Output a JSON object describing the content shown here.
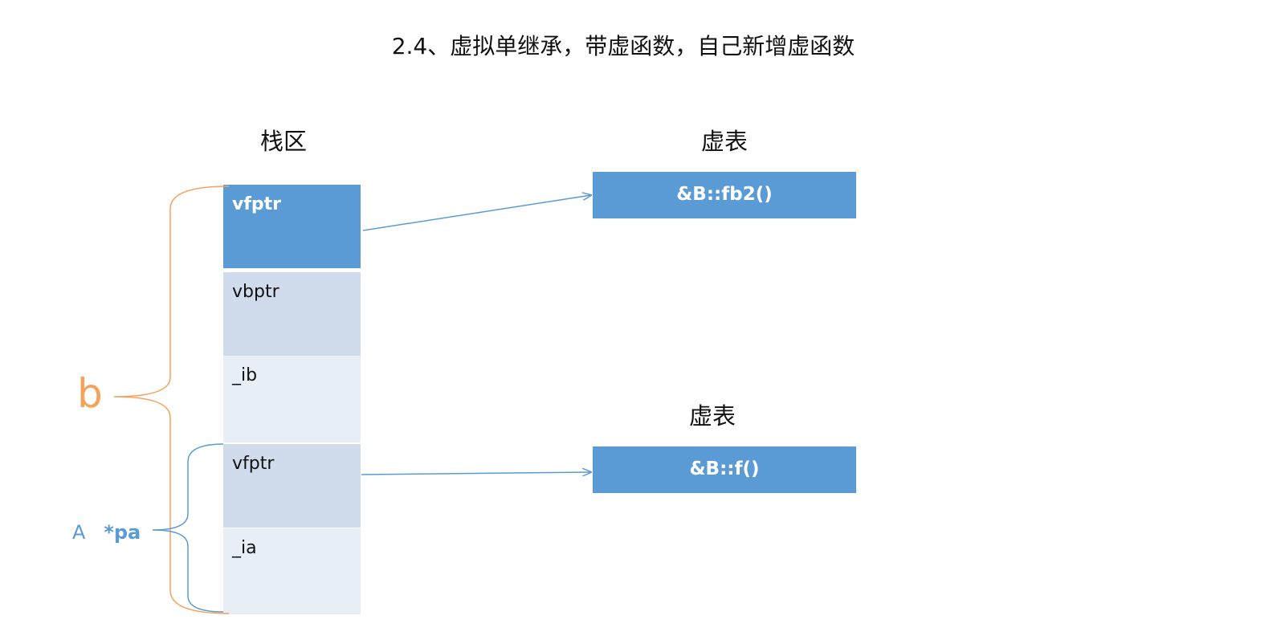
{
  "title": "2.4、虚拟单继承，带虚函数，自己新增虚函数",
  "stack": {
    "heading": "栈区",
    "cells": [
      {
        "label": "vfptr"
      },
      {
        "label": "vbptr"
      },
      {
        "label": "_ib"
      },
      {
        "label": "vfptr"
      },
      {
        "label": "_ia"
      }
    ]
  },
  "vtables": [
    {
      "heading": "虚表",
      "entry": "&B::fb2()"
    },
    {
      "heading": "虚表",
      "entry": "&B::f()"
    }
  ],
  "braces": {
    "outer_label": "b",
    "inner_label_type": "A",
    "inner_label_ptr": "*pa"
  },
  "colors": {
    "accent_blue": "#5b9bd5",
    "brace_orange": "#f5a25d",
    "cell_mid": "#d0dcec",
    "cell_light": "#e8eef6"
  }
}
